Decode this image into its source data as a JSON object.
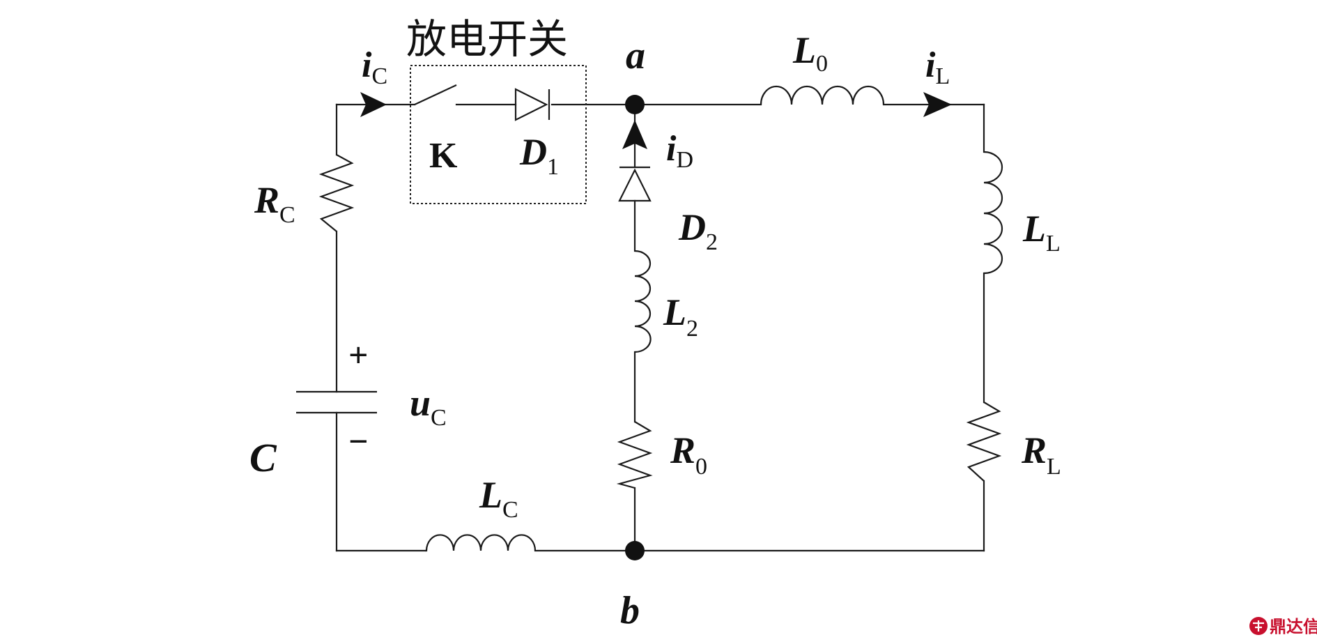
{
  "switch_box_label": "放电开关",
  "labels": {
    "iC": "i",
    "iC_sub": "C",
    "iL": "i",
    "iL_sub": "L",
    "iD": "i",
    "iD_sub": "D",
    "RC": "R",
    "RC_sub": "C",
    "K": "K",
    "D1": "D",
    "D1_sub": "1",
    "D2": "D",
    "D2_sub": "2",
    "L0": "L",
    "L0_sub": "0",
    "LL": "L",
    "LL_sub": "L",
    "L2": "L",
    "L2_sub": "2",
    "R0": "R",
    "R0_sub": "0",
    "RL": "R",
    "RL_sub": "L",
    "LC": "L",
    "LC_sub": "C",
    "C": "C",
    "uC": "u",
    "uC_sub": "C",
    "plus": "+",
    "minus": "−",
    "node_a": "a",
    "node_b": "b"
  },
  "watermark": "鼎达信",
  "watermark_icon": "logo-icon"
}
